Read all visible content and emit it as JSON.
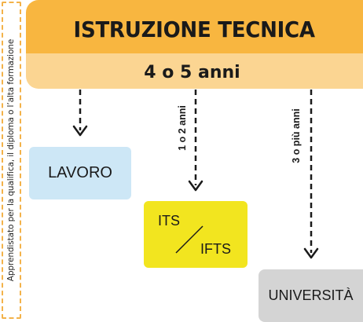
{
  "sidebar": {
    "text": "Apprendistato per la qualifica, il diploma o l’alta formazione"
  },
  "header": {
    "title": "ISTRUZIONE TECNICA",
    "duration": "4 o 5 anni"
  },
  "paths": {
    "its_label": "1 o 2 anni",
    "univ_label": "3 o più anni"
  },
  "destinations": {
    "lavoro": "LAVORO",
    "its": "ITS",
    "ifts": "IFTS",
    "universita": "UNIVERSITÀ"
  },
  "colors": {
    "header_dark": "#f8b640",
    "header_light": "#fbd592",
    "lavoro": "#cde7f6",
    "its": "#f2e51f",
    "universita": "#d4d4d4",
    "side_border": "#f3b24a"
  }
}
